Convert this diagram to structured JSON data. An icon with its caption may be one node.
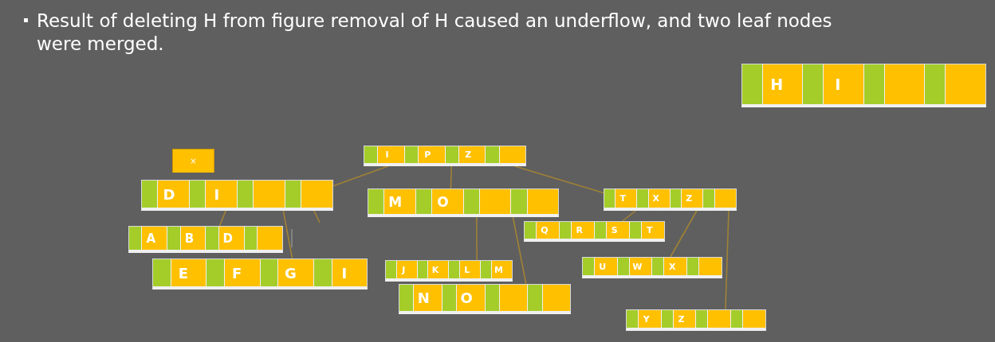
{
  "diagram": {
    "title": "Result of deleting H from figure removal of H caused an underflow, and two leaf nodes were merged.",
    "nodes": [
      {
        "text": [
          "H",
          "I"
        ]
      },
      {
        "text": [
          "×"
        ]
      },
      {
        "text": [
          "I",
          "P",
          "Z"
        ]
      },
      {
        "text": [
          "D",
          "I"
        ]
      },
      {
        "text": [
          "A",
          "B",
          "D"
        ]
      },
      {
        "text": [
          "E",
          "F",
          "G",
          "I"
        ]
      },
      {
        "text": [
          "M",
          "O"
        ]
      },
      {
        "text": [
          "Q",
          "R",
          "S",
          "T"
        ]
      },
      {
        "text": [
          "J",
          "K",
          "L",
          "M"
        ]
      },
      {
        "text": [
          "N",
          "O"
        ]
      },
      {
        "text": [
          "T",
          "X",
          "Z"
        ]
      },
      {
        "text": [
          "U",
          "W",
          "X"
        ]
      },
      {
        "text": [
          "Y",
          "Z"
        ]
      }
    ],
    "edges": [
      {
        "from": 2,
        "to": 3,
        "arrow": "none"
      },
      {
        "from": 2,
        "to": 6,
        "arrow": "none"
      },
      {
        "from": 2,
        "to": 10,
        "arrow": "none"
      },
      {
        "from": 3,
        "to": 4,
        "arrow": "none"
      },
      {
        "from": 3,
        "to": 5,
        "arrow": "none"
      },
      {
        "from": 3,
        "to": null,
        "arrow": "none"
      },
      {
        "from": 6,
        "to": 8,
        "arrow": "none"
      },
      {
        "from": 6,
        "to": 9,
        "arrow": "none"
      },
      {
        "from": 10,
        "to": 7,
        "arrow": "none"
      },
      {
        "from": 10,
        "to": 11,
        "arrow": "none"
      },
      {
        "from": 10,
        "to": 12,
        "arrow": "none"
      }
    ]
  }
}
